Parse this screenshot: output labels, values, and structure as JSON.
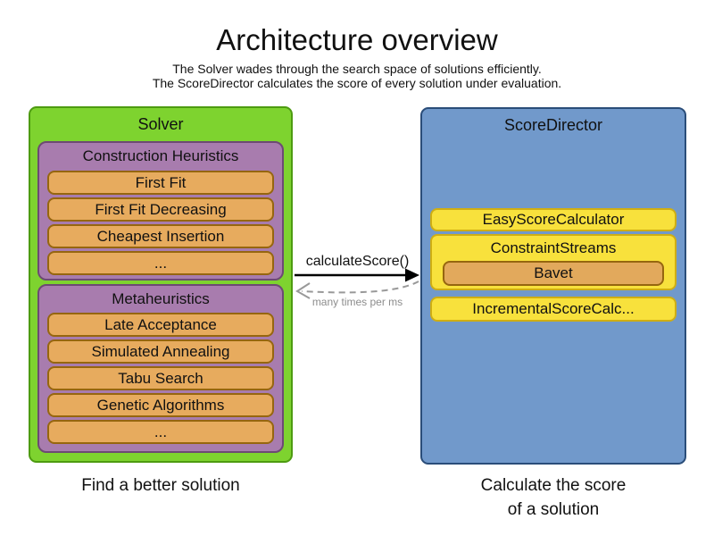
{
  "header": {
    "title": "Architecture overview",
    "subtitle_line1": "The Solver wades through the search space of solutions efficiently.",
    "subtitle_line2": "The ScoreDirector calculates the score of every solution under evaluation."
  },
  "solver": {
    "title": "Solver",
    "caption": "Find a better solution",
    "construction_heuristics": {
      "title": "Construction Heuristics",
      "items": [
        "First Fit",
        "First Fit Decreasing",
        "Cheapest Insertion",
        "..."
      ]
    },
    "metaheuristics": {
      "title": "Metaheuristics",
      "items": [
        "Late Acceptance",
        "Simulated Annealing",
        "Tabu Search",
        "Genetic Algorithms",
        "..."
      ]
    }
  },
  "score_director": {
    "title": "ScoreDirector",
    "caption_line1": "Calculate the score",
    "caption_line2": "of a solution",
    "calculators": [
      "EasyScoreCalculator",
      "ConstraintStreams",
      "IncrementalScoreCalc..."
    ],
    "constraint_streams_impl": "Bavet"
  },
  "arrow": {
    "label": "calculateScore()",
    "sublabel": "many times per ms"
  },
  "colors": {
    "solver_green": "#7ed32f",
    "solver_green_border": "#4d9b10",
    "phase_purple": "#a87cae",
    "phase_purple_border": "#6d4a73",
    "algorithm_orange": "#e7ab5e",
    "algorithm_orange_border": "#96660f",
    "scoredirector_blue": "#7199cb",
    "scoredirector_blue_border": "#2a4d79",
    "calculator_yellow": "#f8e13c",
    "calculator_yellow_border": "#cfae13",
    "arrow_black": "#000000",
    "arrow_gray": "#999999"
  }
}
